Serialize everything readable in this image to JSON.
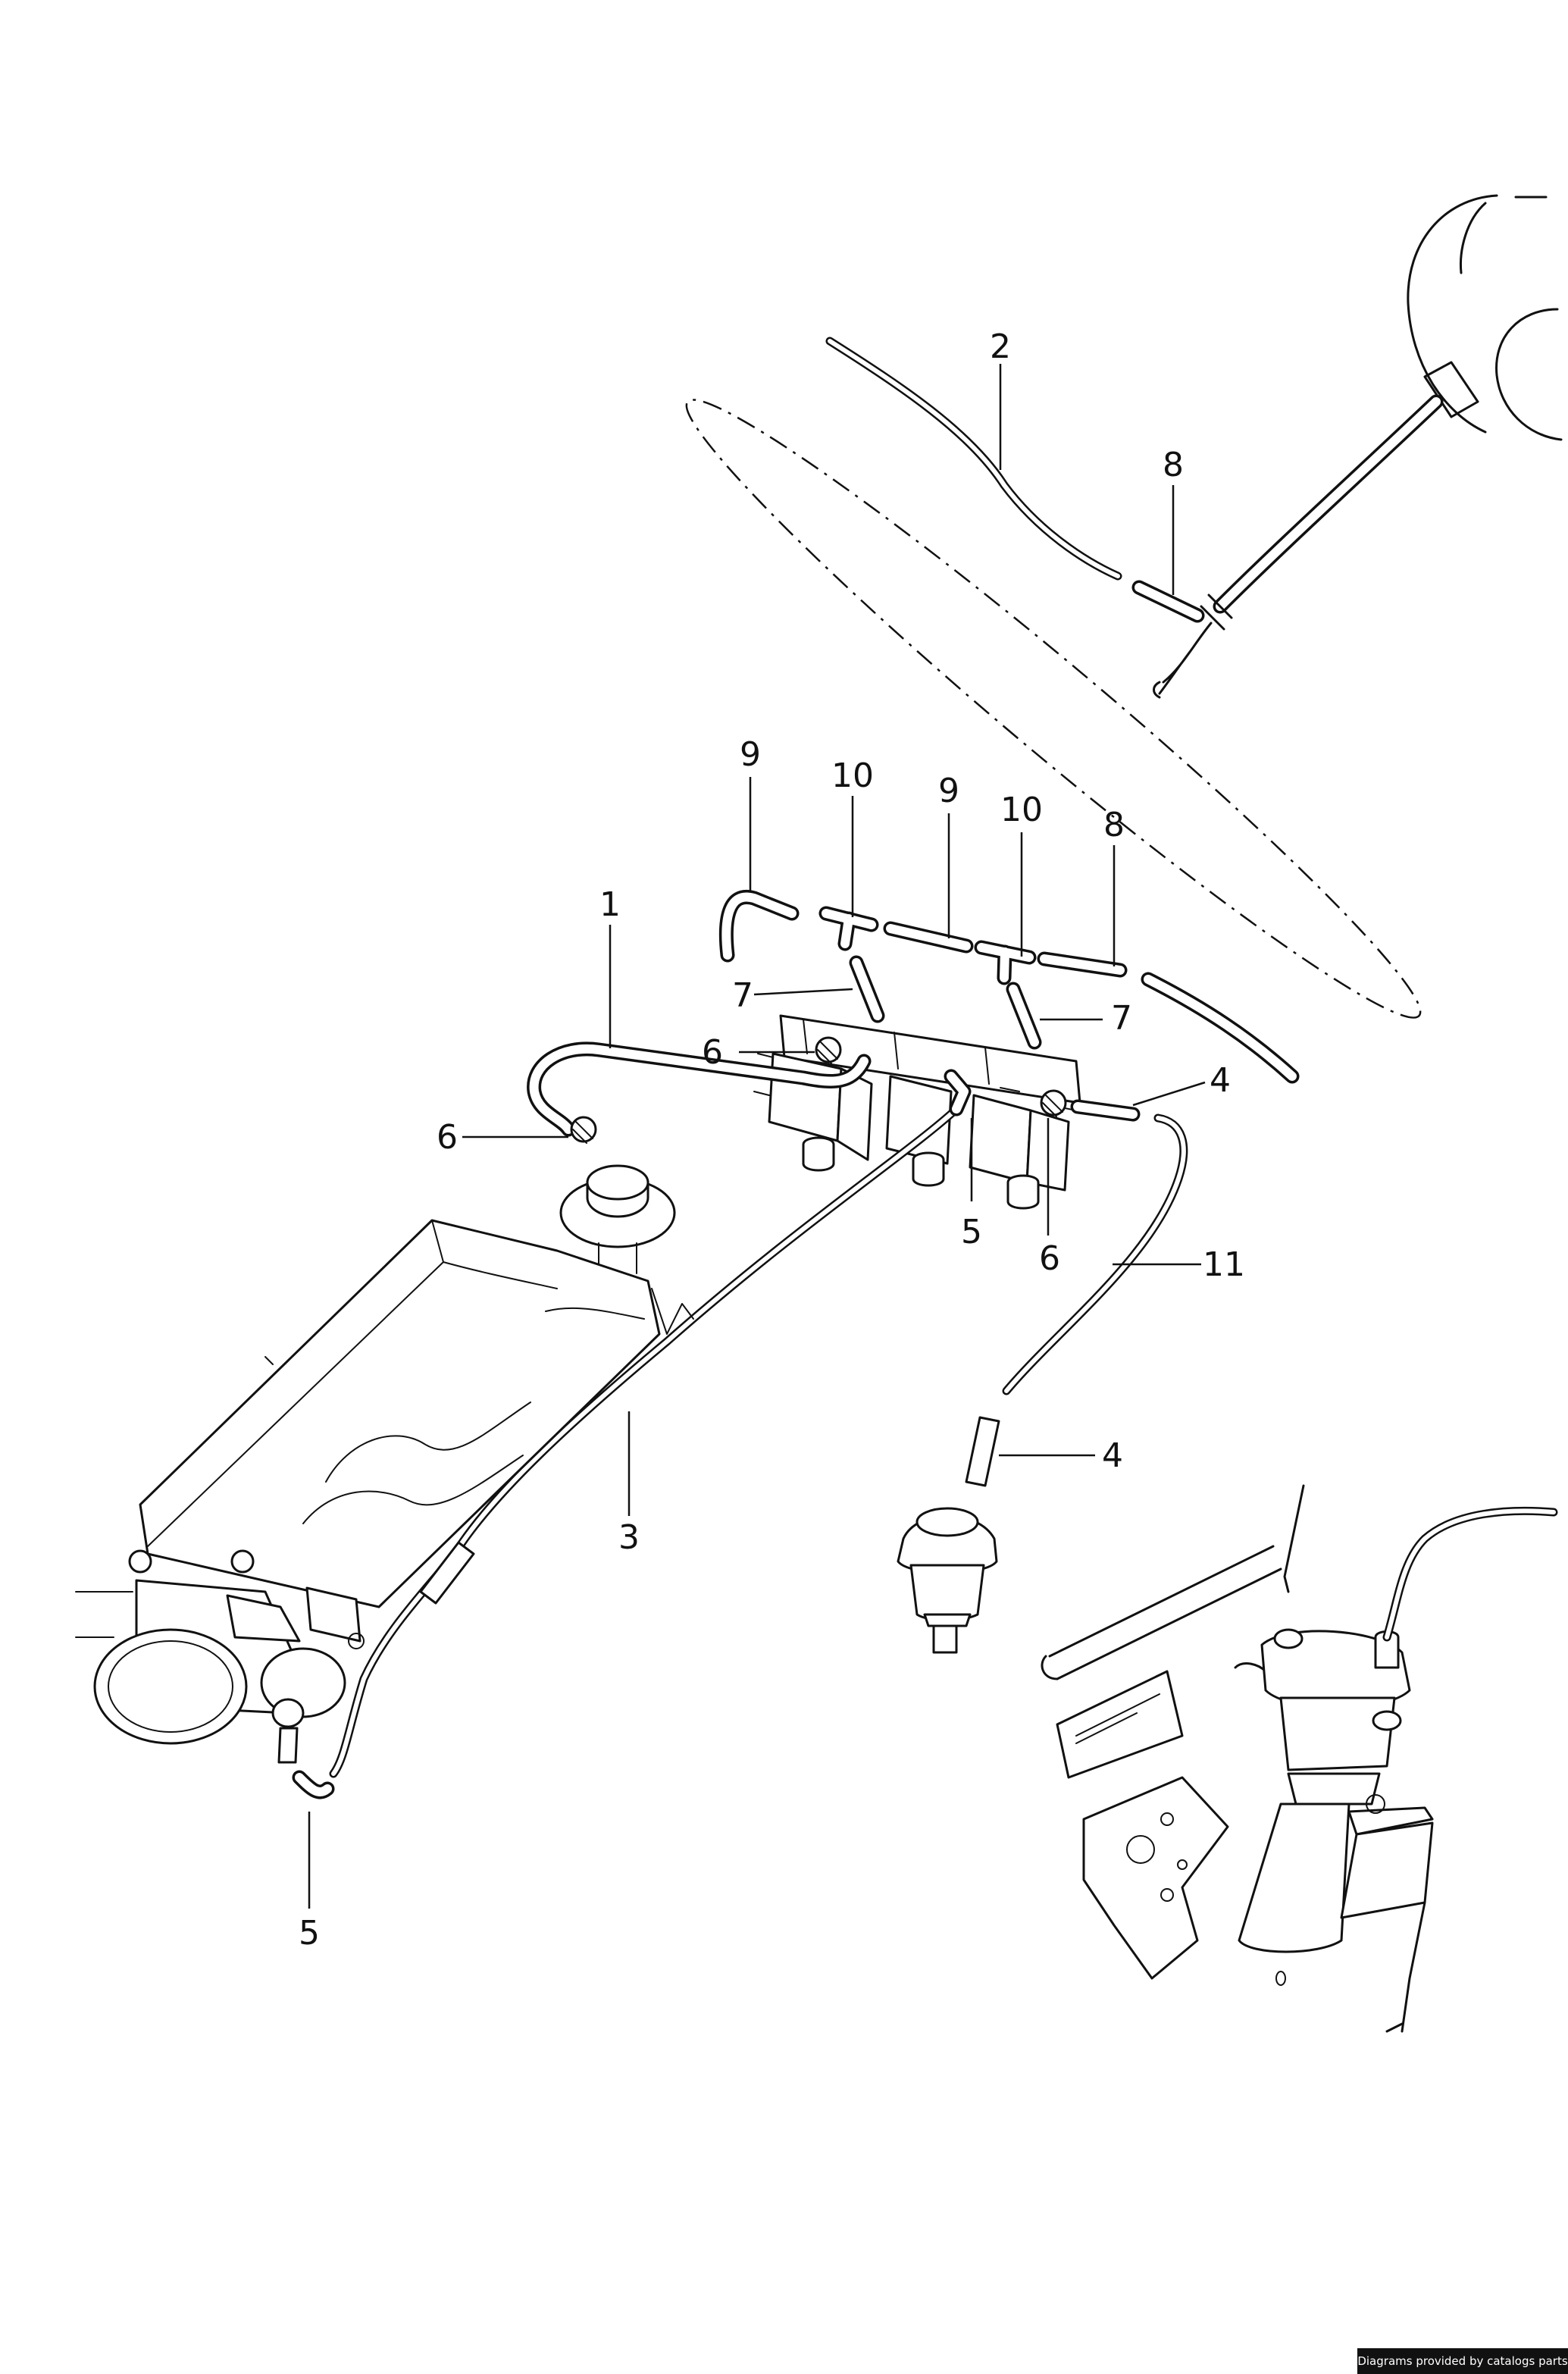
{
  "callouts": [
    {
      "id": "c1",
      "text": "1"
    },
    {
      "id": "c2",
      "text": "2"
    },
    {
      "id": "c3",
      "text": "3"
    },
    {
      "id": "c4a",
      "text": "4"
    },
    {
      "id": "c4b",
      "text": "4"
    },
    {
      "id": "c5a",
      "text": "5"
    },
    {
      "id": "c5b",
      "text": "5"
    },
    {
      "id": "c6a",
      "text": "6"
    },
    {
      "id": "c6b",
      "text": "6"
    },
    {
      "id": "c6c",
      "text": "6"
    },
    {
      "id": "c7a",
      "text": "7"
    },
    {
      "id": "c7b",
      "text": "7"
    },
    {
      "id": "c8a",
      "text": "8"
    },
    {
      "id": "c8b",
      "text": "8"
    },
    {
      "id": "c9a",
      "text": "9"
    },
    {
      "id": "c9b",
      "text": "9"
    },
    {
      "id": "c10a",
      "text": "10"
    },
    {
      "id": "c10b",
      "text": "10"
    },
    {
      "id": "c11",
      "text": "11"
    }
  ],
  "credit": "Diagrams provided by catalogs parts"
}
